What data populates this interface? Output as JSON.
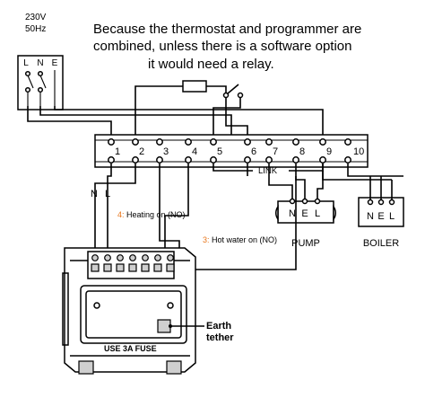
{
  "supply": {
    "voltage": "230V",
    "frequency": "50Hz",
    "terminals": [
      "L",
      "N",
      "E"
    ]
  },
  "caption": {
    "line1": "Because the thermostat and programmer are",
    "line2": "combined, unless there is a software option",
    "line3": "it would need a relay."
  },
  "terminal_strip": {
    "numbers": [
      "1",
      "2",
      "3",
      "4",
      "5",
      "6",
      "7",
      "8",
      "9",
      "10"
    ]
  },
  "link_label": "LINK",
  "pump": {
    "terminals": [
      "N",
      "E",
      "L"
    ],
    "label": "PUMP"
  },
  "boiler": {
    "terminals": [
      "N",
      "E",
      "L"
    ],
    "label": "BOILER"
  },
  "thermostat_feed": {
    "terminals": [
      "N",
      "L"
    ]
  },
  "annotations": {
    "heating": {
      "number": "4:",
      "text": "Heating on (NO)",
      "color": "#e8751a"
    },
    "hot_water": {
      "number": "3:",
      "text": "Hot water on (NO)",
      "color": "#e8751a"
    }
  },
  "earth_tether": {
    "line1": "Earth",
    "line2": "tether"
  },
  "base_plate": {
    "fuse_label": "USE 3A FUSE"
  }
}
